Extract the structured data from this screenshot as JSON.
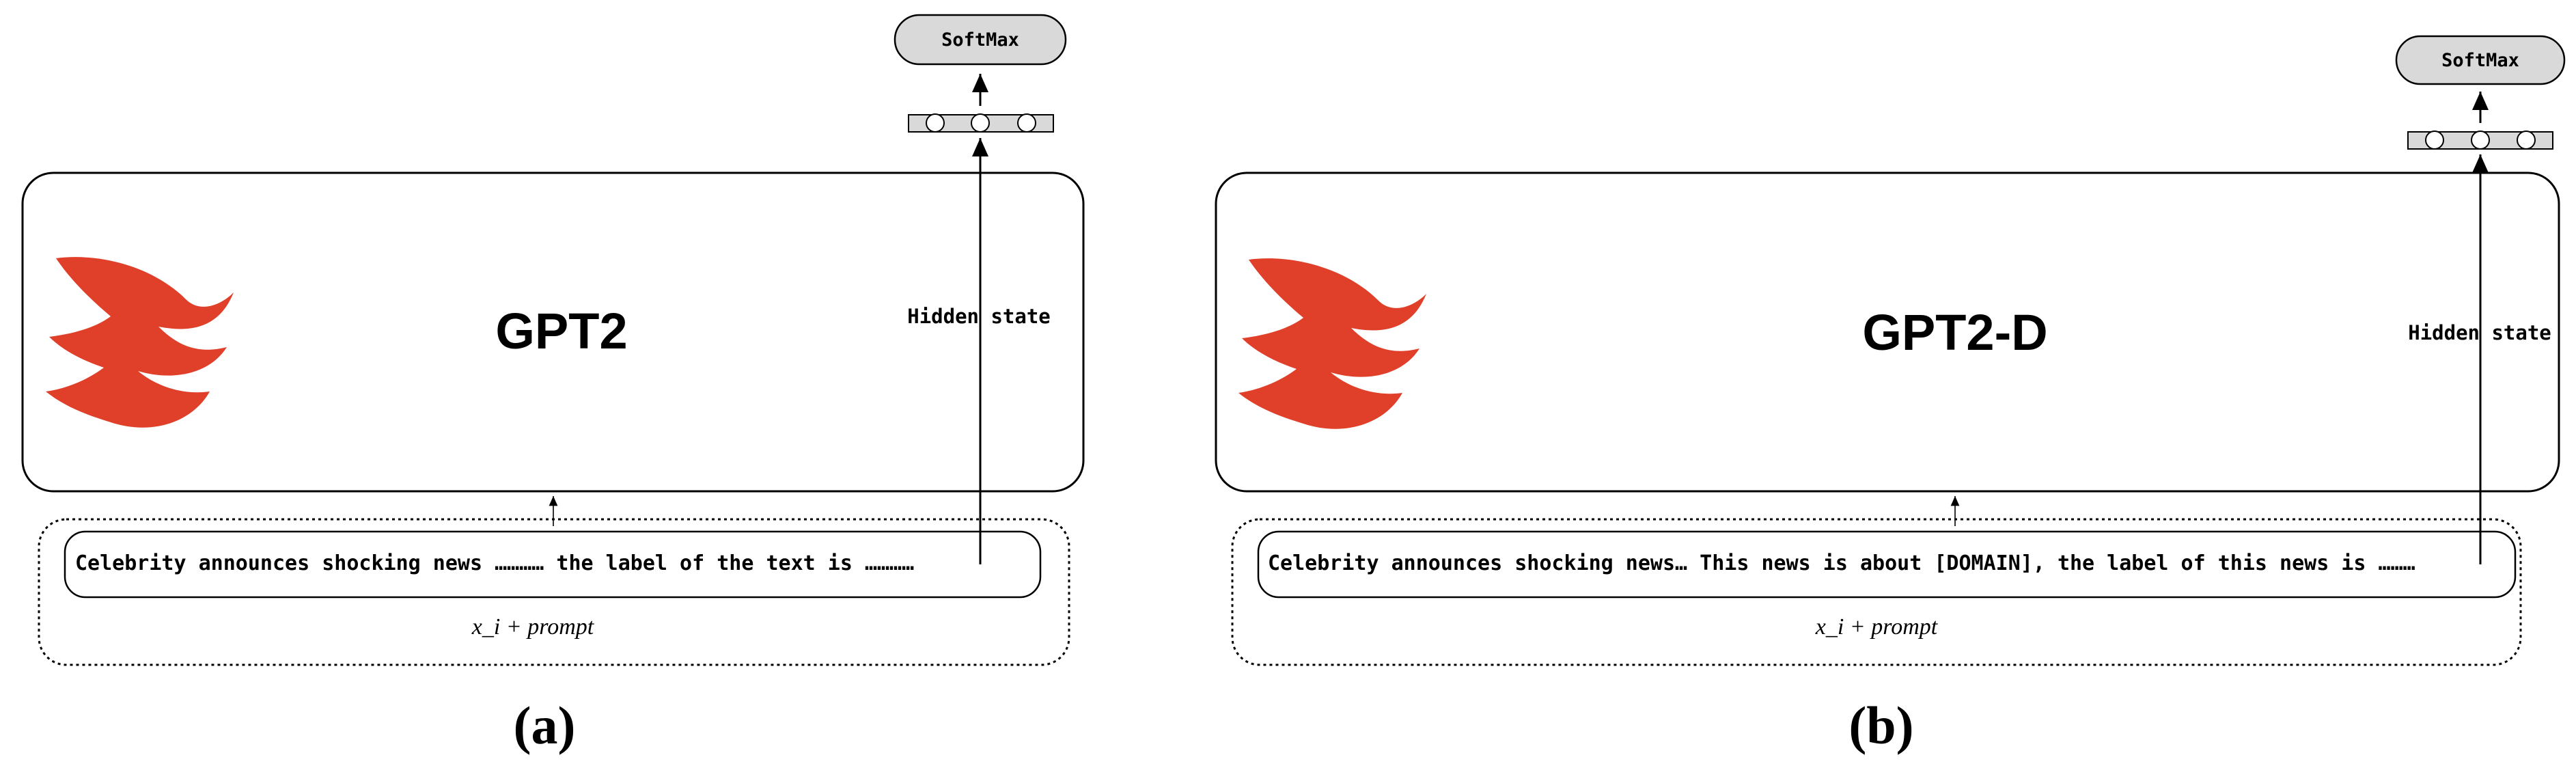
{
  "panels": [
    {
      "id": "a",
      "model_title": "GPT2",
      "hidden_state_label": "Hidden state",
      "softmax_label": "SoftMax",
      "input_text": "Celebrity announces shocking news ………… the label of the text is …………",
      "input_caption": "x_i + prompt",
      "panel_label": "(a)"
    },
    {
      "id": "b",
      "model_title": "GPT2-D",
      "hidden_state_label": "Hidden state",
      "softmax_label": "SoftMax",
      "input_text": "Celebrity announces shocking news… This news is about [DOMAIN], the label of this news is ………",
      "input_caption": "x_i + prompt",
      "panel_label": "(b)"
    }
  ],
  "colors": {
    "logo": "#e0402a",
    "softmax_fill": "#d9d9d9",
    "vector_fill": "#d9d9d9",
    "stroke": "#000000"
  },
  "icons": {
    "logo": "flame-logo-icon"
  }
}
